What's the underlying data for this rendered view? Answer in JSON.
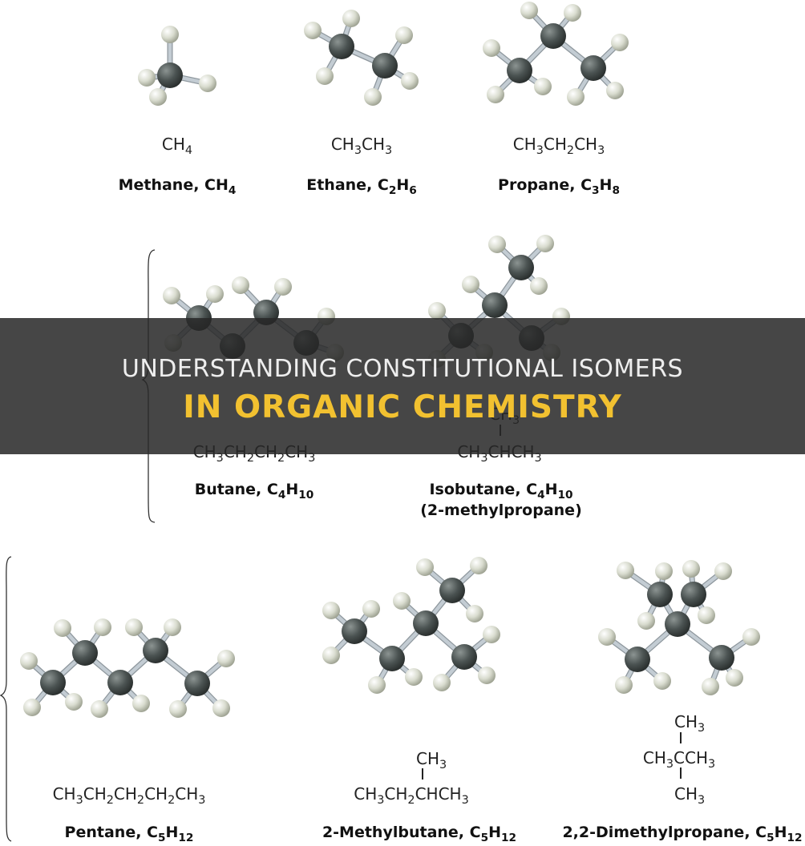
{
  "molecules": [
    {
      "id": "methane",
      "formula_html": "CH<span class=\"sub\">4</span>",
      "name_html": "Methane, CH<span class=\"sub\">4</span>"
    },
    {
      "id": "ethane",
      "formula_html": "CH<span class=\"sub\">3</span>CH<span class=\"sub\">3</span>",
      "name_html": "Ethane, C<span class=\"sub\">2</span>H<span class=\"sub\">6</span>"
    },
    {
      "id": "propane",
      "formula_html": "CH<span class=\"sub\">3</span>CH<span class=\"sub\">2</span>CH<span class=\"sub\">3</span>",
      "name_html": "Propane, C<span class=\"sub\">3</span>H<span class=\"sub\">8</span>"
    },
    {
      "id": "butane",
      "formula_html": "CH<span class=\"sub\">3</span>CH<span class=\"sub\">2</span>CH<span class=\"sub\">2</span>CH<span class=\"sub\">3</span>",
      "name_html": "Butane, C<span class=\"sub\">4</span>H<span class=\"sub\">10</span>"
    },
    {
      "id": "isobutane",
      "formula_html": "CH<span class=\"sub\">3</span>CHCH<span class=\"sub\">3</span>",
      "branch_html": "CH<span class=\"sub\">3</span>",
      "name_html": "Isobutane, C<span class=\"sub\">4</span>H<span class=\"sub\">10</span>",
      "name2": "(2-methylpropane)"
    },
    {
      "id": "pentane",
      "formula_html": "CH<span class=\"sub\">3</span>CH<span class=\"sub\">2</span>CH<span class=\"sub\">2</span>CH<span class=\"sub\">2</span>CH<span class=\"sub\">3</span>",
      "name_html": "Pentane, C<span class=\"sub\">5</span>H<span class=\"sub\">12</span>"
    },
    {
      "id": "methylbutane",
      "formula_html": "CH<span class=\"sub\">3</span>CH<span class=\"sub\">2</span>CHCH<span class=\"sub\">3</span>",
      "branch_html": "CH<span class=\"sub\">3</span>",
      "name_html": "2-Methylbutane, C<span class=\"sub\">5</span>H<span class=\"sub\">12</span>"
    },
    {
      "id": "dimethylpropane",
      "formula_html": "CH<span class=\"sub\">3</span>CCH<span class=\"sub\">3</span>",
      "branch_html": "CH<span class=\"sub\">3</span>",
      "branch_below_html": "CH<span class=\"sub\">3</span>",
      "name_html": "2,2-Dimethylpropane, C<span class=\"sub\">5</span>H<span class=\"sub\">12</span>"
    }
  ],
  "banner": {
    "line1": "UNDERSTANDING CONSTITUTIONAL ISOMERS",
    "line2": "IN ORGANIC CHEMISTRY"
  },
  "colors": {
    "carbon": "#4b5352",
    "hydrogen": "#d9dccf",
    "bond": "#c3ccd3",
    "banner_bg": "#282828",
    "banner_title": "#f2c130",
    "banner_text": "#eeeeee"
  }
}
